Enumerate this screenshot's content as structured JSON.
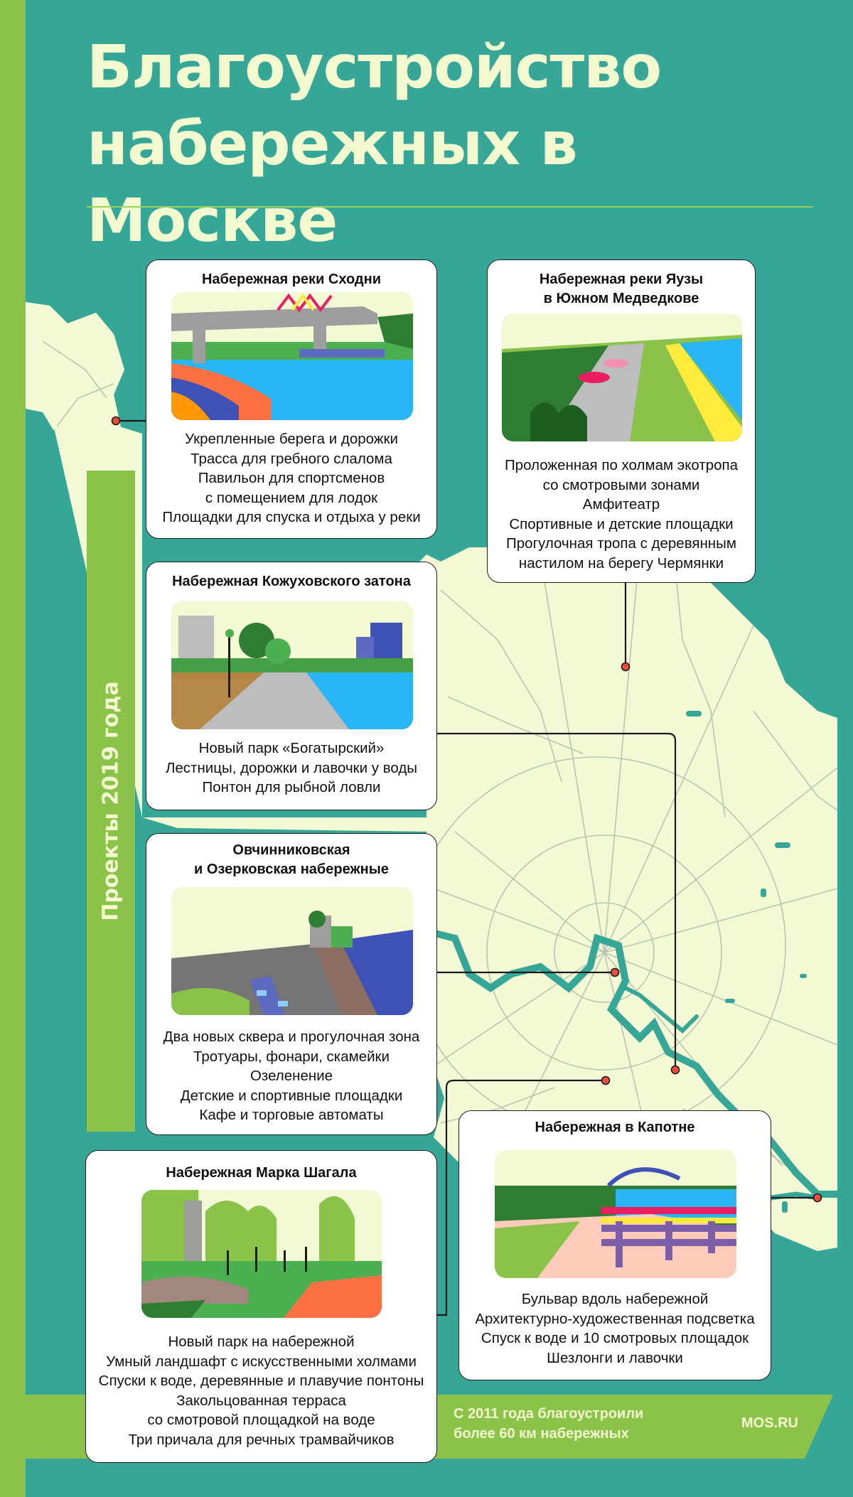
{
  "title_lines": [
    "Благоустройство",
    "набережных в Москве"
  ],
  "year_label": "Проекты 2019 года",
  "colors": {
    "background": "#36a797",
    "accent_green": "#8bc34a",
    "map_fill": "#f4f9d5",
    "title_text": "#f2f9cf",
    "river": "#36a797",
    "marker": "#e74c3c"
  },
  "cards": [
    {
      "id": "skhodnya",
      "title_lines": [
        "Набережная реки Сходни"
      ],
      "description": [
        "Укрепленные берега и дорожки",
        "Трасса для гребного слалома",
        "Павильон для спортсменов",
        "с помещением для лодок",
        "Площадки для спуска и отдыха у реки"
      ]
    },
    {
      "id": "yauza",
      "title_lines": [
        "Набережная реки Яузы",
        "в Южном Медведкове"
      ],
      "description": [
        "Проложенная по холмам экотропа",
        "со смотровыми зонами",
        "Амфитеатр",
        "Спортивные и детские площадки",
        "Прогулочная тропа с деревянным",
        "настилом на берегу Чермянки"
      ]
    },
    {
      "id": "kozhukhovo",
      "title_lines": [
        "Набережная Кожуховского затона"
      ],
      "description": [
        "Новый парк «Богатырский»",
        "Лестницы, дорожки и лавочки у воды",
        "Понтон для рыбной ловли"
      ]
    },
    {
      "id": "ovchinnikovskaya",
      "title_lines": [
        "Овчинниковская",
        "и Озерковская набережные"
      ],
      "description": [
        "Два новых сквера и прогулочная зона",
        "Тротуары, фонари, скамейки",
        "Озеленение",
        "Детские и спортивные площадки",
        "Кафе и торговые автоматы"
      ]
    },
    {
      "id": "kapotnya",
      "title_lines": [
        "Набережная в Капотне"
      ],
      "description": [
        "Бульвар вдоль набережной",
        "Архитектурно-художественная подсветка",
        "Спуск к воде и 10 смотровых площадок",
        "Шезлонги и лавочки"
      ]
    },
    {
      "id": "shagal",
      "title_lines": [
        "Набережная Марка Шагала"
      ],
      "description": [
        "Новый парк на набережной",
        "Умный ландшафт с искусственными холмами",
        "Спуски к воде, деревянные и плавучие понтоны",
        "Закольцованная терраса",
        "со смотровой площадкой на воде",
        "Три причала для речных трамвайчиков"
      ]
    }
  ],
  "footer": {
    "stat_lines": [
      "С 2011 года благоустроили",
      "более 60 км набережных"
    ],
    "brand": "MOS.RU"
  }
}
